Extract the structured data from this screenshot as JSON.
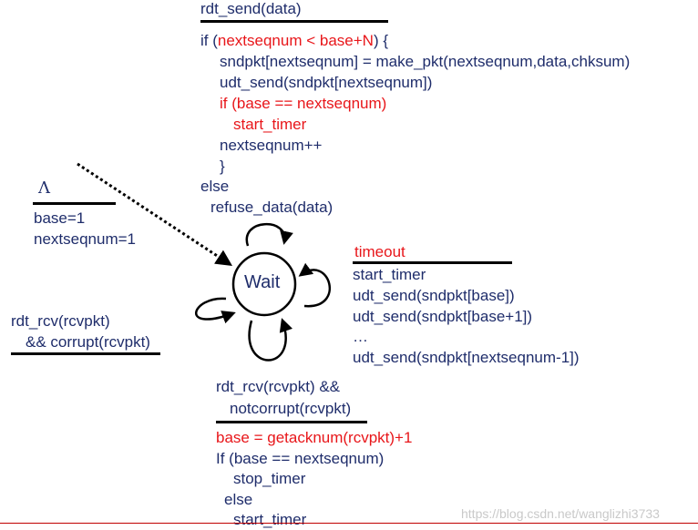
{
  "colors": {
    "text": "#1f2d6b",
    "highlight": "#e8161a",
    "rule": "#000000",
    "bottom_line": "#c00000"
  },
  "state": {
    "label": "Wait"
  },
  "init": {
    "lambda": "Λ",
    "lines": [
      "base=1",
      "nextseqnum=1"
    ]
  },
  "send": {
    "event": "rdt_send(data)",
    "lines": [
      {
        "text": "if (",
        "red_part": "nextseqnum < base+N",
        "tail": ") {"
      },
      {
        "text": "sndpkt[nextseqnum] = make_pkt(nextseqnum,data,chksum)"
      },
      {
        "text": "udt_send(sndpkt[nextseqnum])"
      },
      {
        "text": "if (base == nextseqnum)"
      },
      {
        "text": "start_timer"
      },
      {
        "text": "nextseqnum++"
      },
      {
        "text": "}"
      },
      {
        "text": "else"
      },
      {
        "text": "refuse_data(data)"
      }
    ]
  },
  "timeout": {
    "event": "timeout",
    "lines": [
      "start_timer",
      "udt_send(sndpkt[base])",
      "udt_send(sndpkt[base+1])",
      "…",
      "udt_send(sndpkt[nextseqnum-1])"
    ]
  },
  "corrupt": {
    "lines": [
      "rdt_rcv(rcvpkt)",
      "&& corrupt(rcvpkt)"
    ]
  },
  "ack": {
    "event_lines": [
      "rdt_rcv(rcvpkt) &&",
      "notcorrupt(rcvpkt)"
    ],
    "lines": [
      "base = getacknum(rcvpkt)+1",
      "If (base == nextseqnum)",
      "stop_timer",
      "else",
      "start_timer"
    ]
  },
  "watermark": "https://blog.csdn.net/wanglizhi3733"
}
